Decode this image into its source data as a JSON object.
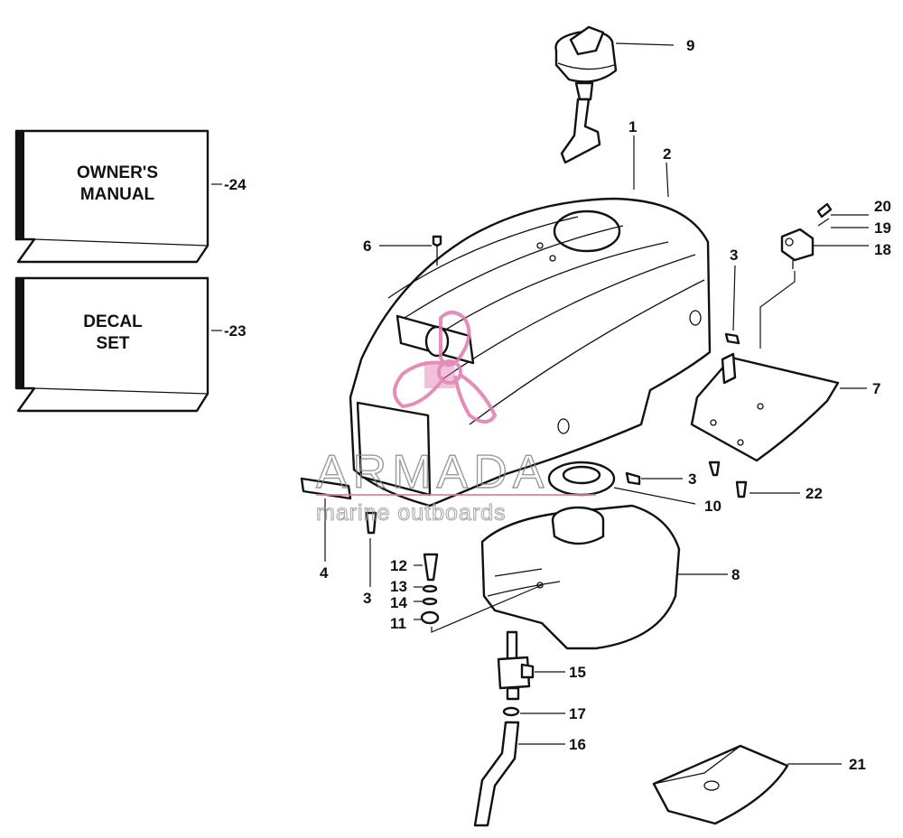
{
  "boxes": {
    "owners_manual": {
      "line1": "OWNER'S",
      "line2": "MANUAL"
    },
    "decal_set": {
      "line1": "DECAL",
      "line2": "SET"
    }
  },
  "callouts": {
    "c1": "1",
    "c2": "2",
    "c3a": "3",
    "c3b": "3",
    "c3c": "3",
    "c4": "4",
    "c6": "6",
    "c7": "7",
    "c8": "8",
    "c9": "9",
    "c10": "10",
    "c11": "11",
    "c12": "12",
    "c13": "13",
    "c14": "14",
    "c15": "15",
    "c16": "16",
    "c17": "17",
    "c18": "18",
    "c19": "19",
    "c20": "20",
    "c21": "21",
    "c22": "22",
    "c23": "-23",
    "c24": "-24"
  },
  "watermark": {
    "brand": "ARMADA",
    "tagline": "marine outboards"
  },
  "colors": {
    "line": "#111111",
    "watermark_pink": "#e07ab0",
    "watermark_gray": "#8a8a8a"
  }
}
